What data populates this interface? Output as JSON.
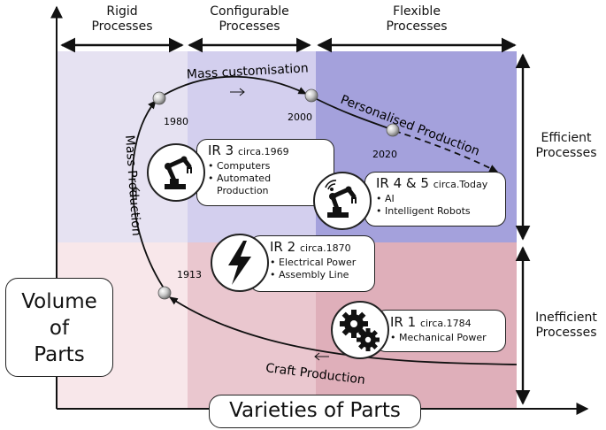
{
  "columns": {
    "rigid": [
      "Rigid",
      "Processes"
    ],
    "configurable": [
      "Configurable",
      "Processes"
    ],
    "flexible": [
      "Flexible",
      "Processes"
    ]
  },
  "rows": {
    "efficient": [
      "Efficient",
      "Processes"
    ],
    "inefficient": [
      "Inefficient",
      "Processes"
    ]
  },
  "axes": {
    "y": [
      "Volume",
      "of",
      "Parts"
    ],
    "x": "Varieties of Parts"
  },
  "paths": {
    "mass_customisation": "Mass customisation",
    "personalised_production": "Personalised Production",
    "mass_production": "Mass Production",
    "craft_production": "Craft Production"
  },
  "years": {
    "y1913": "1913",
    "y1980": "1980",
    "y2000": "2000",
    "y2020": "2020"
  },
  "revolutions": [
    {
      "name": "IR 3",
      "circa": "circa.1969",
      "items": [
        "Computers",
        "Automated",
        "Production"
      ],
      "icon": "robot-arm-icon"
    },
    {
      "name": "IR 4 & 5",
      "circa": "circa.Today",
      "items": [
        "AI",
        "Intelligent Robots"
      ],
      "icon": "smart-robot-arm-icon"
    },
    {
      "name": "IR 2",
      "circa": "circa.1870",
      "items": [
        "Electrical Power",
        "Assembly Line"
      ],
      "icon": "lightning-bolt-icon"
    },
    {
      "name": "IR 1",
      "circa": "circa.1784",
      "items": [
        "Mechanical Power"
      ],
      "icon": "gears-icon"
    }
  ],
  "colors": {
    "rigid_efficient": "#e6e2f2",
    "config_efficient": "#d3cfee",
    "flex_efficient": "#a4a1dc",
    "rigid_inefficient": "#f8e7ea",
    "config_inefficient": "#eac7cf",
    "flex_inefficient": "#dfafba",
    "ink": "#222222"
  }
}
